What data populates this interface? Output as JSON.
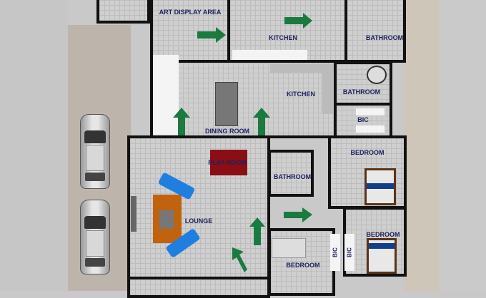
{
  "plan": {
    "rooms": {
      "art_display": "ART DISPLAY AREA",
      "kitchen_top": "KITCHEN",
      "bathroom_top": "BATHROOM",
      "kitchen_main": "KITCHEN",
      "bathroom_right": "BATHROOM",
      "bic_right": "BIC",
      "dining_room": "DINING ROOM",
      "play_room": "PLAY ROOM",
      "bathroom_center": "BATHROOM",
      "bedroom_right_top": "BEDROOM",
      "lounge": "LOUNGE",
      "bedroom_right_bottom": "BEDROOM",
      "bedroom_bottom": "BEDROOM",
      "bic_left": "BIC",
      "bic_right_lower": "BIC"
    },
    "colors": {
      "arrow": "#1a7a40",
      "label": "#1e2160",
      "wall": "#111111",
      "sofa": "#1e7fe0",
      "rug": "#c0620e",
      "play_mat": "#8a0e14"
    }
  }
}
